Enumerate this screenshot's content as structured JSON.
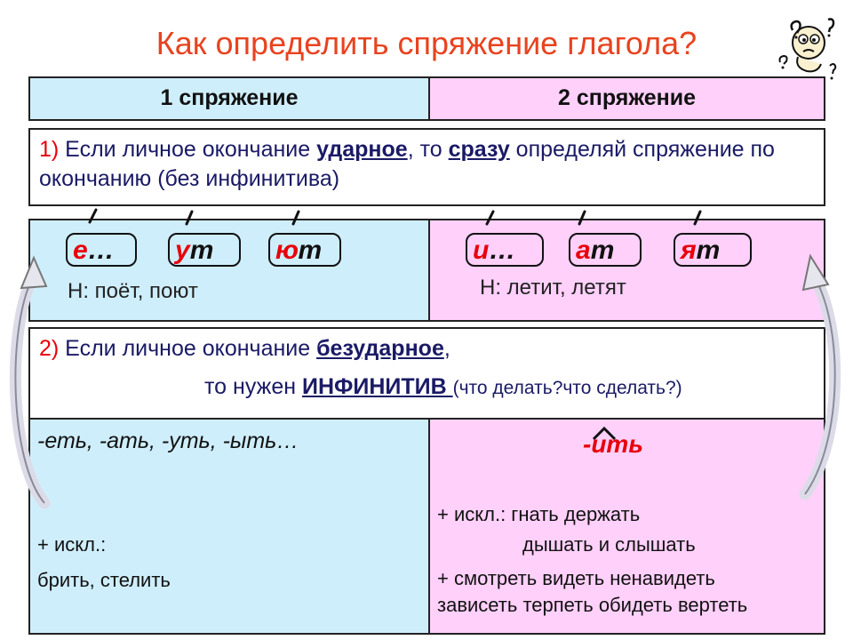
{
  "title": "Как определить спряжение глагола?",
  "header": {
    "col1": "1 спряжение",
    "col2": "2 спряжение"
  },
  "rule1": {
    "num": "1)",
    "t1": " Если личное окончание ",
    "u1": "ударное",
    "t2": ", то ",
    "u2": "сразу",
    "t3": " определяй спряжение по окончанию (без инфинитива)"
  },
  "stressed": {
    "left": {
      "endings": [
        {
          "red": "е",
          "rest": "…"
        },
        {
          "red": "у",
          "rest": "т"
        },
        {
          "red": "ю",
          "rest": "т"
        }
      ],
      "example": "Н: поёт,  поют"
    },
    "right": {
      "endings": [
        {
          "red": "и",
          "rest": "…"
        },
        {
          "red": "а",
          "rest": "т"
        },
        {
          "red": "я",
          "rest": "т"
        }
      ],
      "example": "Н:  летит,  летят"
    }
  },
  "rule2": {
    "num": "2)",
    "t1": " Если личное окончание ",
    "u1": "безударное",
    "t2": ",",
    "t3": "то нужен ",
    "u2": "ИНФИНИТИВ ",
    "t4": "(что делать?что сделать?)"
  },
  "unstressed": {
    "left": {
      "suffixes": "-еть, -ать, -уть, -ыть…",
      "exc_label": "+ искл.:",
      "exc_words": "брить, стелить"
    },
    "right": {
      "suffix": "-ить",
      "exc1": "+ искл.: гнать держать",
      "exc2": "дышать и слышать",
      "exc3": "+ смотреть видеть ненавидеть",
      "exc4": "зависеть терпеть обидеть вертеть"
    }
  },
  "icons": {
    "mascot": "thinking-person-icon"
  },
  "colors": {
    "accent": "#e8431f",
    "blue_cell": "#cfeefc",
    "pink_cell": "#ffd0fa",
    "text": "#1a1a66",
    "red": "#e8000b"
  }
}
